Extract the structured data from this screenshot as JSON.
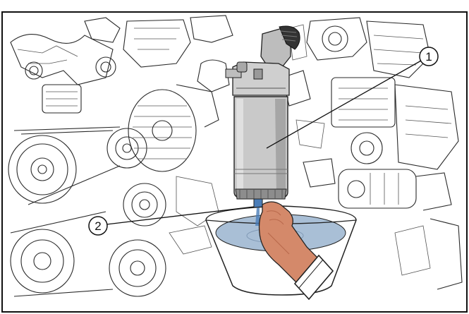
{
  "figure": {
    "callouts": [
      {
        "id": "1",
        "label": "1",
        "target": "fuel-filter-bowl"
      },
      {
        "id": "2",
        "label": "2",
        "target": "drain-valve"
      }
    ],
    "colors": {
      "water": "#a9bfd6",
      "water_dark": "#7f98b4",
      "skin": "#d4896a",
      "skin_shadow": "#b8684b",
      "cuff": "#ffffff",
      "filter_body": "#c9c9c9",
      "filter_shadow": "#9d9d9d",
      "line": "#222222"
    },
    "icons": [
      "engine-illustration",
      "fuel-filter-icon",
      "drain-container-icon",
      "hand-icon"
    ]
  }
}
